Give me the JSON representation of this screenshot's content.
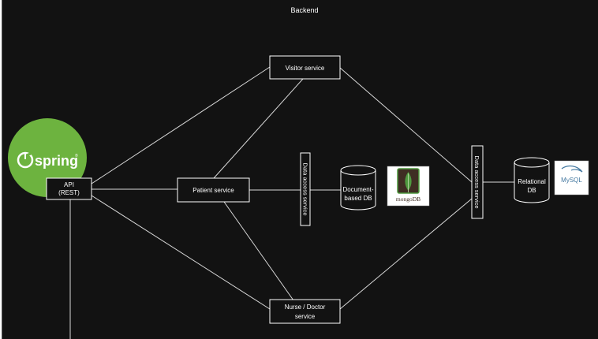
{
  "frame": {
    "title": "Backend"
  },
  "spring_logo": {
    "text": "spring"
  },
  "nodes": {
    "api": {
      "line1": "API",
      "line2": "(REST)"
    },
    "visitor": {
      "label": "Visitor service"
    },
    "patient": {
      "label": "Patient service"
    },
    "nurse": {
      "line1": "Nurse / Doctor",
      "line2": "service"
    },
    "dal1": {
      "label": "Data access service"
    },
    "dal2": {
      "label": "Data access service"
    },
    "docdb": {
      "line1": "Document-",
      "line2": "based DB"
    },
    "reldb": {
      "line1": "Relational",
      "line2": "DB"
    }
  },
  "logos": {
    "mongodb": {
      "text": "mongoDB"
    },
    "mysql": {
      "text": "MySQL"
    }
  },
  "colors": {
    "background": "#121212",
    "line": "#d8d8d8",
    "spring_green": "#6db33f",
    "mongo_green": "#4f9a3f",
    "mongo_dark": "#3f2e23",
    "mysql_blue": "#4479a1",
    "mysql_orange": "#e48e00"
  }
}
